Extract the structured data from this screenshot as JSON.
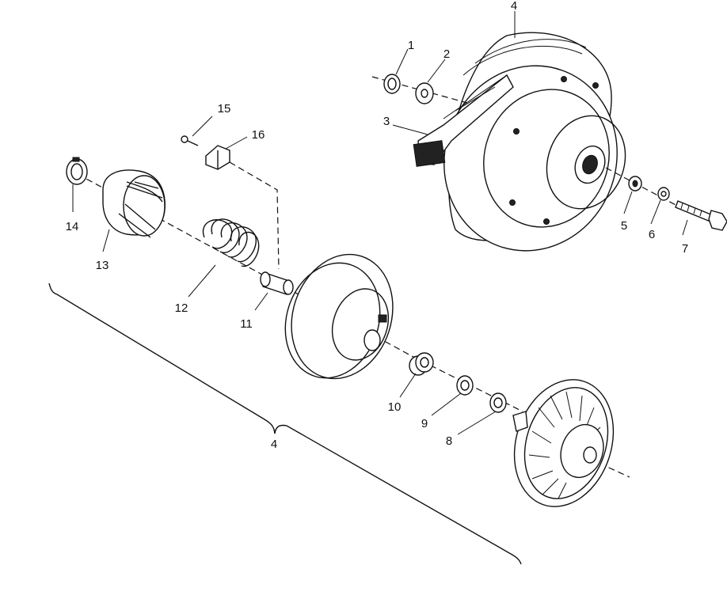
{
  "diagram": {
    "labels": {
      "p1": "1",
      "p2": "2",
      "p3": "3",
      "p4_top": "4",
      "p4_bracket": "4",
      "p5": "5",
      "p6": "6",
      "p7": "7",
      "p8": "8",
      "p9": "9",
      "p10": "10",
      "p11": "11",
      "p12": "12",
      "p13": "13",
      "p14": "14",
      "p15": "15",
      "p16": "16"
    }
  }
}
